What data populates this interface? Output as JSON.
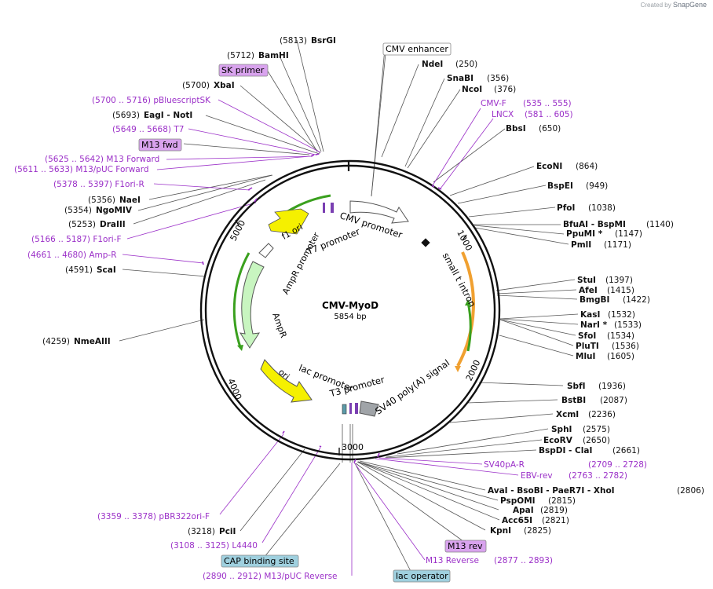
{
  "credit": {
    "prefix": "Created by",
    "brand": "SnapGene"
  },
  "plasmid": {
    "name": "CMV-MyoD",
    "size": "5854 bp"
  },
  "ticks": [
    "1000",
    "2000",
    "3000",
    "4000",
    "5000"
  ],
  "features": {
    "cmv_promoter": "CMV promoter",
    "t7_promoter": "T7 promoter",
    "f1_ori": "f1 ori",
    "ampr_promoter": "AmpR promoter",
    "ampr": "AmpR",
    "ori": "ori",
    "lac_promoter": "lac promoter",
    "t3_promoter": "T3 promoter",
    "sv40": "SV40 poly(A) signal",
    "small_t": "small t intron"
  },
  "sites": [
    {
      "pos": "(5813)",
      "name": "BsrGI"
    },
    {
      "pos": "(5712)",
      "name": "BamHI"
    },
    {
      "pos": "(5700)",
      "name": "XbaI"
    },
    {
      "pos": "(5693)",
      "name": "EagI  -  NotI"
    },
    {
      "pos": "(5356)",
      "name": "NaeI"
    },
    {
      "pos": "(5354)",
      "name": "NgoMIV"
    },
    {
      "pos": "(5253)",
      "name": "DraIII"
    },
    {
      "pos": "(4591)",
      "name": "ScaI"
    },
    {
      "pos": "(4259)",
      "name": "NmeAIII"
    },
    {
      "pos": "(3218)",
      "name": "PciI"
    },
    {
      "pos": "(250)",
      "name": "NdeI"
    },
    {
      "pos": "(356)",
      "name": "SnaBI"
    },
    {
      "pos": "(376)",
      "name": "NcoI"
    },
    {
      "pos": "(650)",
      "name": "BbsI"
    },
    {
      "pos": "(864)",
      "name": "EcoNI"
    },
    {
      "pos": "(949)",
      "name": "BspEI"
    },
    {
      "pos": "(1038)",
      "name": "PfoI"
    },
    {
      "pos": "(1140)",
      "name": "BfuAI  -  BspMI"
    },
    {
      "pos": "(1147)",
      "name": "PpuMI *"
    },
    {
      "pos": "(1171)",
      "name": "PmlI"
    },
    {
      "pos": "(1397)",
      "name": "StuI"
    },
    {
      "pos": "(1415)",
      "name": "AfeI"
    },
    {
      "pos": "(1422)",
      "name": "BmgBI"
    },
    {
      "pos": "(1532)",
      "name": "KasI"
    },
    {
      "pos": "(1533)",
      "name": "NarI *"
    },
    {
      "pos": "(1534)",
      "name": "SfoI"
    },
    {
      "pos": "(1536)",
      "name": "PluTI"
    },
    {
      "pos": "(1605)",
      "name": "MluI"
    },
    {
      "pos": "(1936)",
      "name": "SbfI"
    },
    {
      "pos": "(2087)",
      "name": "BstBI"
    },
    {
      "pos": "(2236)",
      "name": "XcmI"
    },
    {
      "pos": "(2575)",
      "name": "SphI"
    },
    {
      "pos": "(2650)",
      "name": "EcoRV"
    },
    {
      "pos": "(2661)",
      "name": "BspDI  -  ClaI"
    },
    {
      "pos": "(2806)",
      "name": "AvaI  -  BsoBI  -  PaeR7I  -  XhoI"
    },
    {
      "pos": "(2815)",
      "name": "PspOMI"
    },
    {
      "pos": "(2819)",
      "name": "ApaI"
    },
    {
      "pos": "(2821)",
      "name": "Acc65I"
    },
    {
      "pos": "(2825)",
      "name": "KpnI"
    }
  ],
  "primers": [
    "(5700 .. 5716)  pBluescriptSK",
    "(5649 .. 5668)  T7",
    "(5625 .. 5642)  M13 Forward",
    "(5611 .. 5633)  M13/pUC Forward",
    "(5378 .. 5397)  F1ori-R",
    "(5166 .. 5187)  F1ori-F",
    "(4661 .. 4680)  Amp-R",
    "(3359 .. 3378)  pBR322ori-F",
    "(3108 .. 3125)  L4440",
    "(2890 .. 2912)  M13/pUC Reverse",
    "CMV-F",
    "(535 .. 555)",
    "LNCX",
    "(581 .. 605)",
    "SV40pA-R",
    "(2709 .. 2728)",
    "EBV-rev",
    "(2763 .. 2782)",
    "M13 Reverse",
    "(2877 .. 2893)"
  ],
  "boxes": [
    "CMV enhancer",
    "SK primer",
    "M13 fwd",
    "M13 rev",
    "CAP binding site",
    "lac operator"
  ],
  "colors": {
    "primer": "#9b30c8",
    "site": "#111111",
    "ring": "#111111",
    "orange": "#f0a030",
    "green": "#3aa01e",
    "yellow": "#f5f000",
    "lightgreen": "#c8f5c0",
    "gray": "#a0a4a8",
    "lavender": "#d9a3ee",
    "lightblue": "#9fd0df"
  }
}
